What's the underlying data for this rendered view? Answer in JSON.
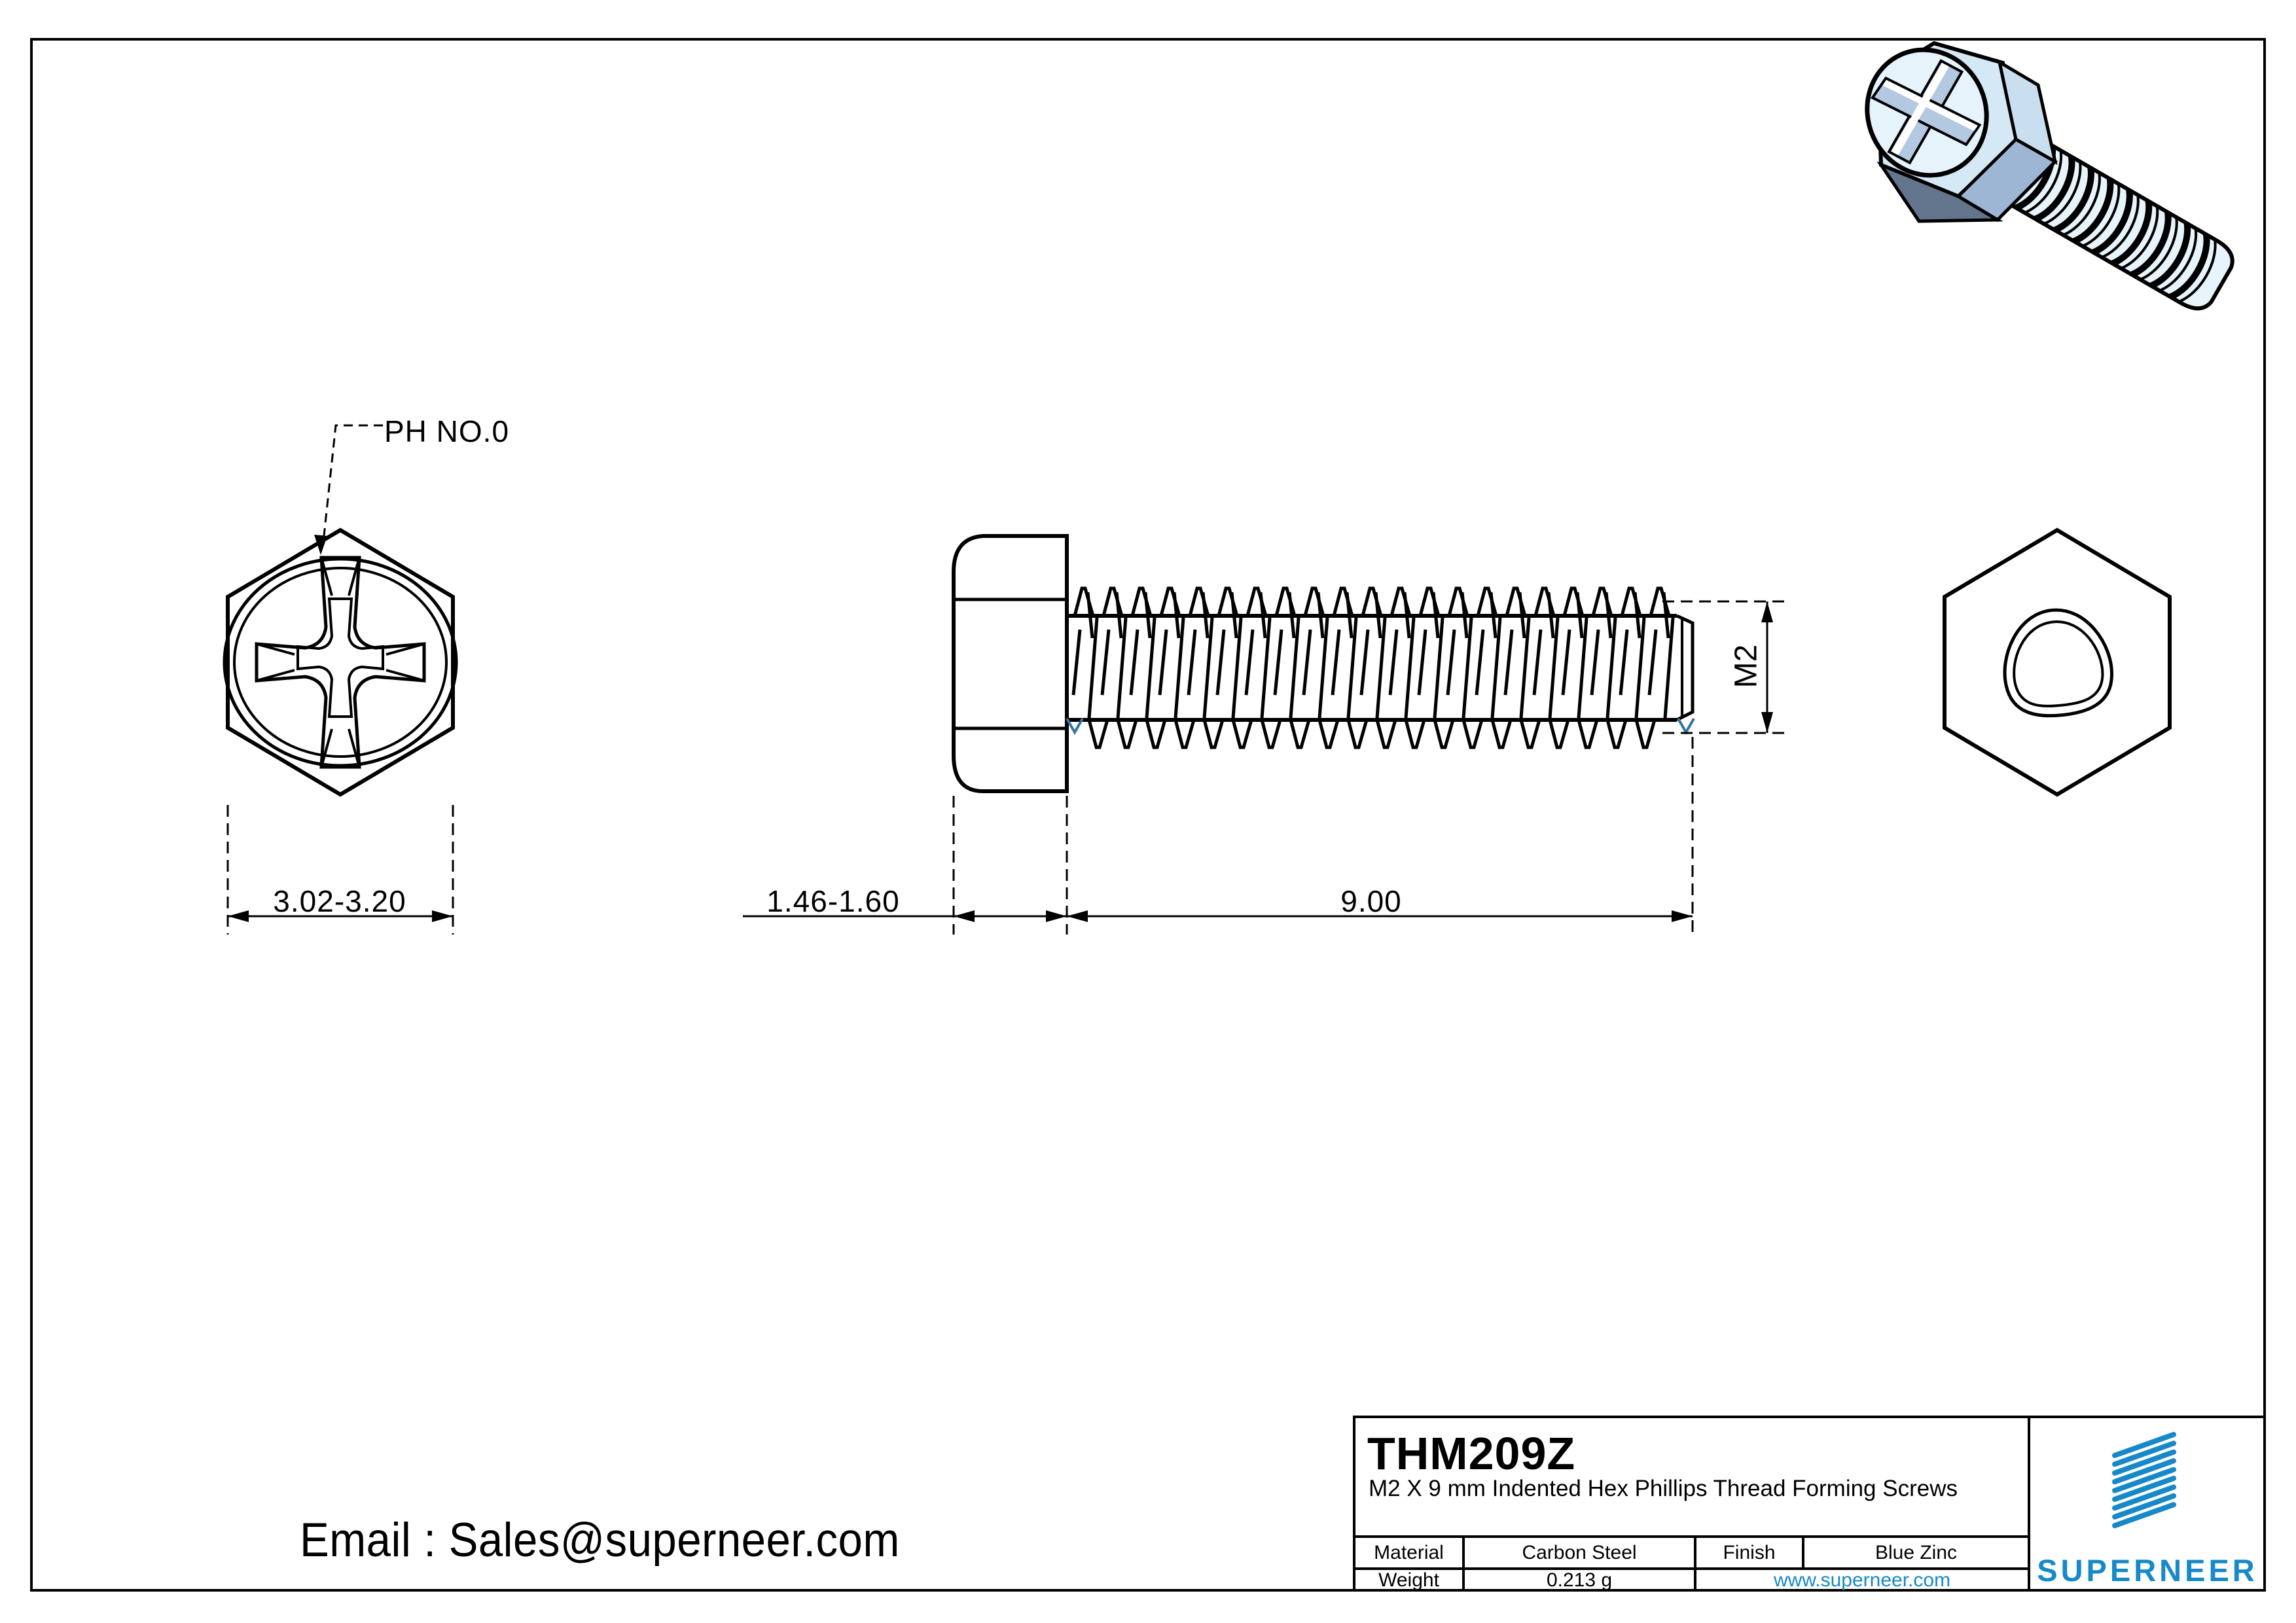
{
  "page": {
    "background": "#ffffff",
    "line_color": "#000000"
  },
  "callouts": {
    "recess": "PH NO.0"
  },
  "dimensions": {
    "head_across_flats": "3.02-3.20",
    "head_height": "1.46-1.60",
    "thread_length": "9.00",
    "thread_size": "M2"
  },
  "contact": {
    "email_line": "Email : Sales@superneer.com"
  },
  "title_block": {
    "part_number": "THM209Z",
    "description": "M2 X 9 mm Indented Hex Phillips Thread Forming Screws",
    "material_label": "Material",
    "material_value": "Carbon Steel",
    "finish_label": "Finish",
    "finish_value": "Blue Zinc",
    "weight_label": "Weight",
    "weight_value": "0.213 g",
    "website": "www.superneer.com",
    "brand": "SUPERNEER"
  },
  "colors": {
    "brand_blue": "#1789c9",
    "link_blue": "#1789c9",
    "thread_root_mark": "#36749e",
    "render_face": "#e6f3fb",
    "render_facet": "#9db6d4",
    "render_shadow": "#63758c"
  }
}
